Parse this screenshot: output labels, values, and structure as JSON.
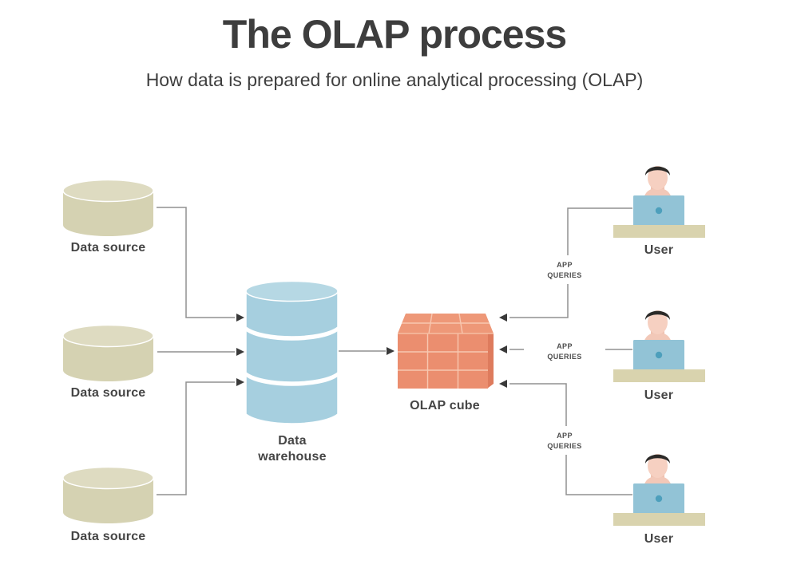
{
  "header": {
    "title": "The OLAP process",
    "subtitle": "How data is prepared for online analytical processing (OLAP)"
  },
  "diagram": {
    "data_sources": [
      {
        "label": "Data source"
      },
      {
        "label": "Data source"
      },
      {
        "label": "Data source"
      }
    ],
    "warehouse": {
      "label": "Data warehouse"
    },
    "cube": {
      "label": "OLAP cube"
    },
    "users": [
      {
        "label": "User"
      },
      {
        "label": "User"
      },
      {
        "label": "User"
      }
    ],
    "edge_labels": [
      {
        "line1": "APP",
        "line2": "QUERIES"
      },
      {
        "line1": "APP",
        "line2": "QUERIES"
      },
      {
        "line1": "APP",
        "line2": "QUERIES"
      }
    ]
  },
  "colors": {
    "background": "#ffffff",
    "title_text": "#3d3d3d",
    "label_text": "#454545",
    "connector": "#909090",
    "arrowhead": "#3a3a3a",
    "data_source_fill": "#d5d2b2",
    "data_source_top": "#dedbc1",
    "warehouse_fill": "#a6cfdf",
    "warehouse_top": "#b6d8e4",
    "cube_front": "#eb8e6f",
    "cube_top": "#ee9878",
    "cube_side": "#de7b5d",
    "cube_grid": "#f8c7b0",
    "desk": "#d9d3ae",
    "laptop": "#92c3d6",
    "laptop_logo": "#4d9fbc",
    "skin": "#f6d0c1",
    "hair": "#2b2a28"
  }
}
